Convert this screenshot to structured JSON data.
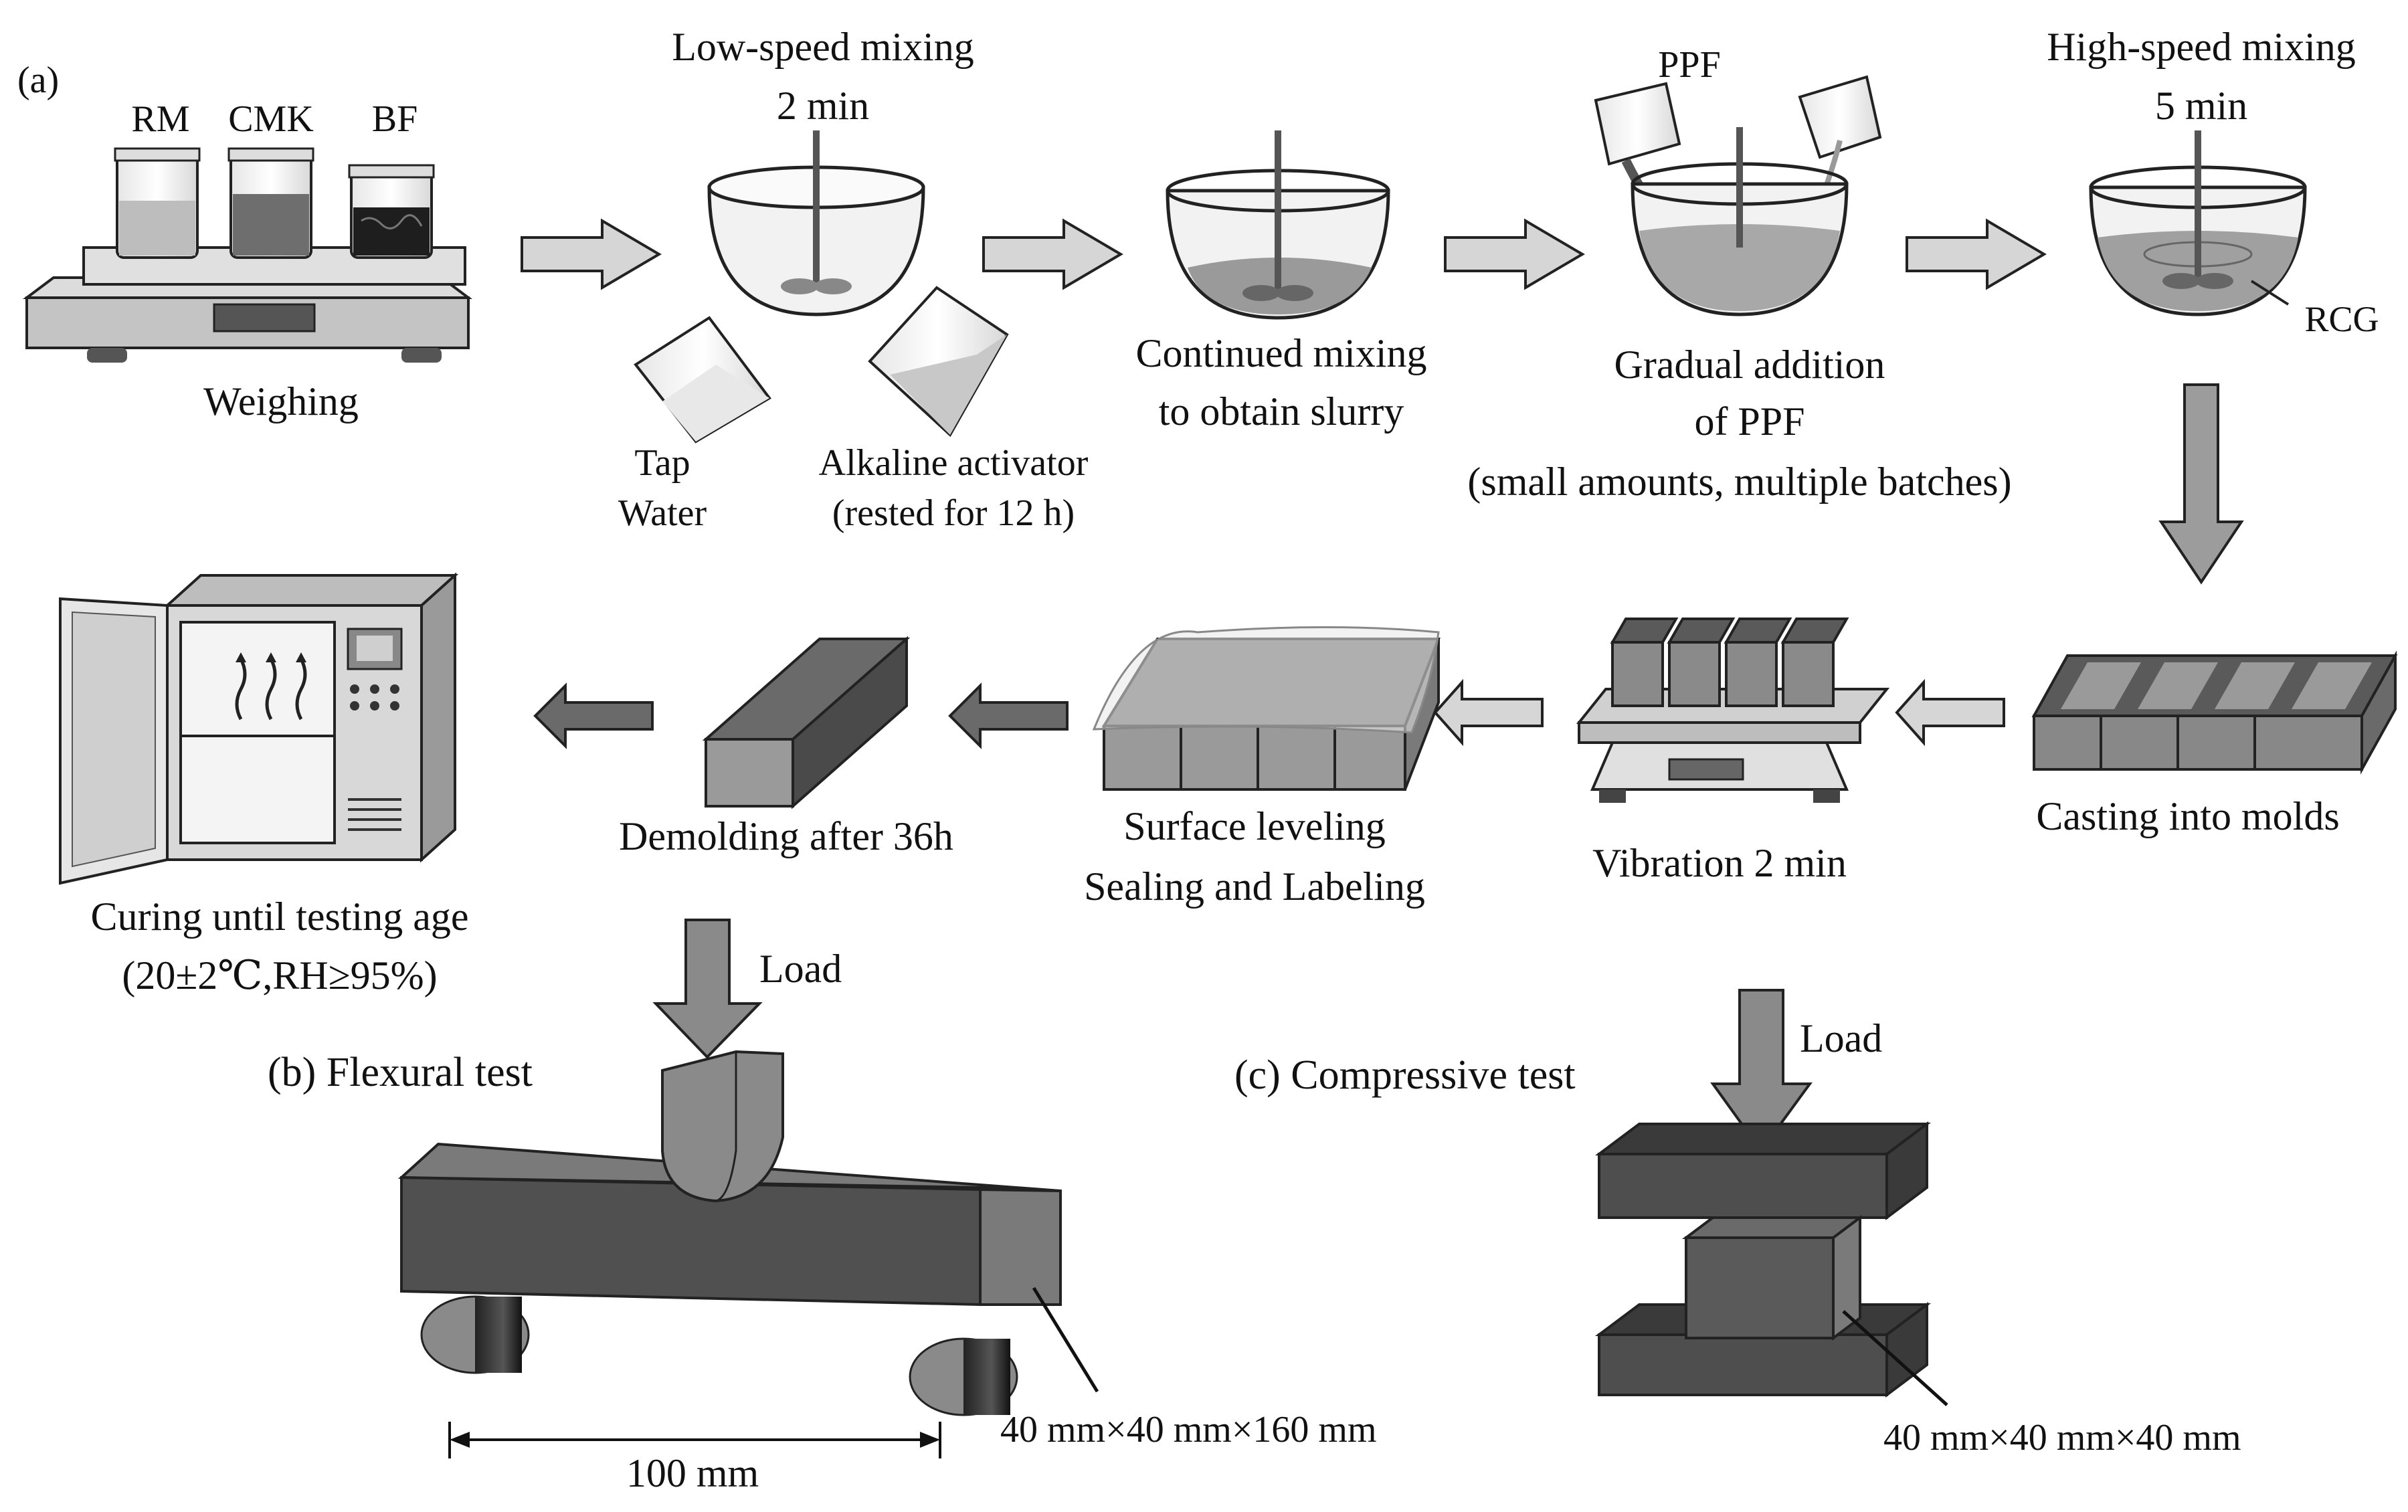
{
  "panel_labels": {
    "a": "(a)",
    "b": "(b) Flexural test",
    "c": "(c) Compressive test"
  },
  "weighing": {
    "jar_labels": [
      "RM",
      "CMK",
      "BF"
    ],
    "caption": "Weighing"
  },
  "low_speed": {
    "title_1": "Low-speed mixing",
    "title_2": "2 min",
    "left_1": "Tap",
    "left_2": "Water",
    "right_1": "Alkaline activator",
    "right_2": "(rested for 12 h)"
  },
  "continued": {
    "line_1": "Continued mixing",
    "line_2": "to obtain slurry"
  },
  "gradual": {
    "top": "PPF",
    "line_1": "Gradual addition",
    "line_2": "of PPF",
    "line_3": "(small amounts, multiple batches)"
  },
  "high_speed": {
    "title_1": "High-speed mixing",
    "title_2": "5 min",
    "callout": "RCG"
  },
  "casting": {
    "caption": "Casting into molds"
  },
  "vibration": {
    "caption": "Vibration 2 min"
  },
  "leveling": {
    "line_1": "Surface leveling",
    "line_2": "Sealing and Labeling"
  },
  "demolding": {
    "caption": "Demolding after 36h"
  },
  "curing": {
    "line_1": "Curing until testing age",
    "line_2": "(20±2℃,RH≥95%)"
  },
  "flexural": {
    "load": "Load",
    "dimension": "40 mm×40 mm×160 mm",
    "span": "100 mm"
  },
  "compressive": {
    "load": "Load",
    "dimension": "40 mm×40 mm×40 mm"
  }
}
